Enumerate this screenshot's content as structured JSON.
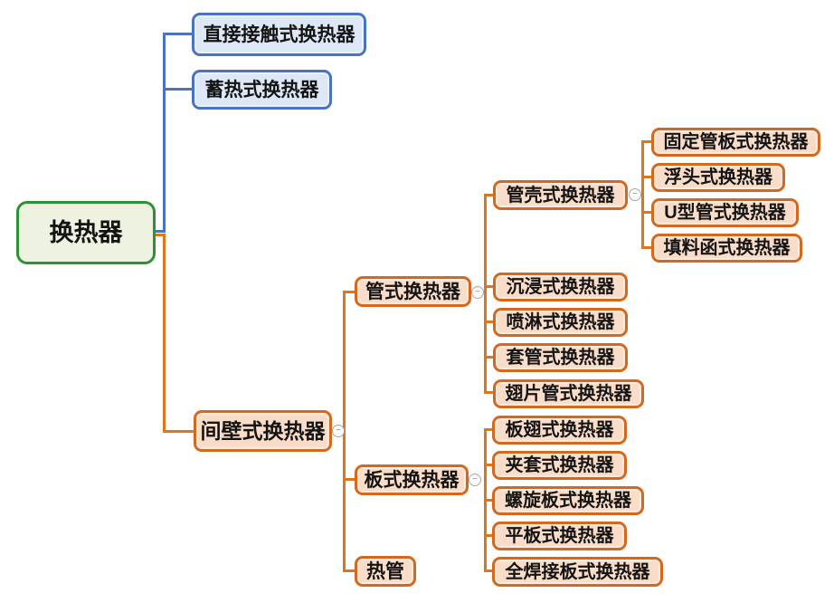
{
  "diagram": {
    "title_hint": "heat-exchanger classification mind map",
    "root": {
      "label": "换热器"
    },
    "branches": [
      {
        "label": "直接接触式换热器"
      },
      {
        "label": "蓄热式换热器"
      },
      {
        "label": "间壁式换热器",
        "children": [
          {
            "label": "管式换热器",
            "children": [
              {
                "label": "管壳式换热器",
                "children": [
                  {
                    "label": "固定管板式换热器"
                  },
                  {
                    "label": "浮头式换热器"
                  },
                  {
                    "label": "U型管式换热器"
                  },
                  {
                    "label": "填料函式换热器"
                  }
                ]
              },
              {
                "label": "沉浸式换热器"
              },
              {
                "label": "喷淋式换热器"
              },
              {
                "label": "套管式换热器"
              },
              {
                "label": "翅片管式换热器"
              }
            ]
          },
          {
            "label": "板式换热器",
            "children": [
              {
                "label": "板翅式换热器"
              },
              {
                "label": "夹套式换热器"
              },
              {
                "label": "螺旋板式换热器"
              },
              {
                "label": "平板式换热器"
              },
              {
                "label": "全焊接板式换热器"
              }
            ]
          },
          {
            "label": "热管"
          }
        ]
      }
    ]
  },
  "ui": {
    "toggle_glyph": "−"
  },
  "colors": {
    "orange_border": "#d2691e",
    "orange_fill": "#f9ddc9",
    "blue_border": "#4a73c0",
    "blue_fill": "#dde7f5",
    "green_border": "#2f9135",
    "green_fill": "#eef3e1",
    "line_orange": "#e0751c",
    "line_blue": "#4a73c0"
  }
}
